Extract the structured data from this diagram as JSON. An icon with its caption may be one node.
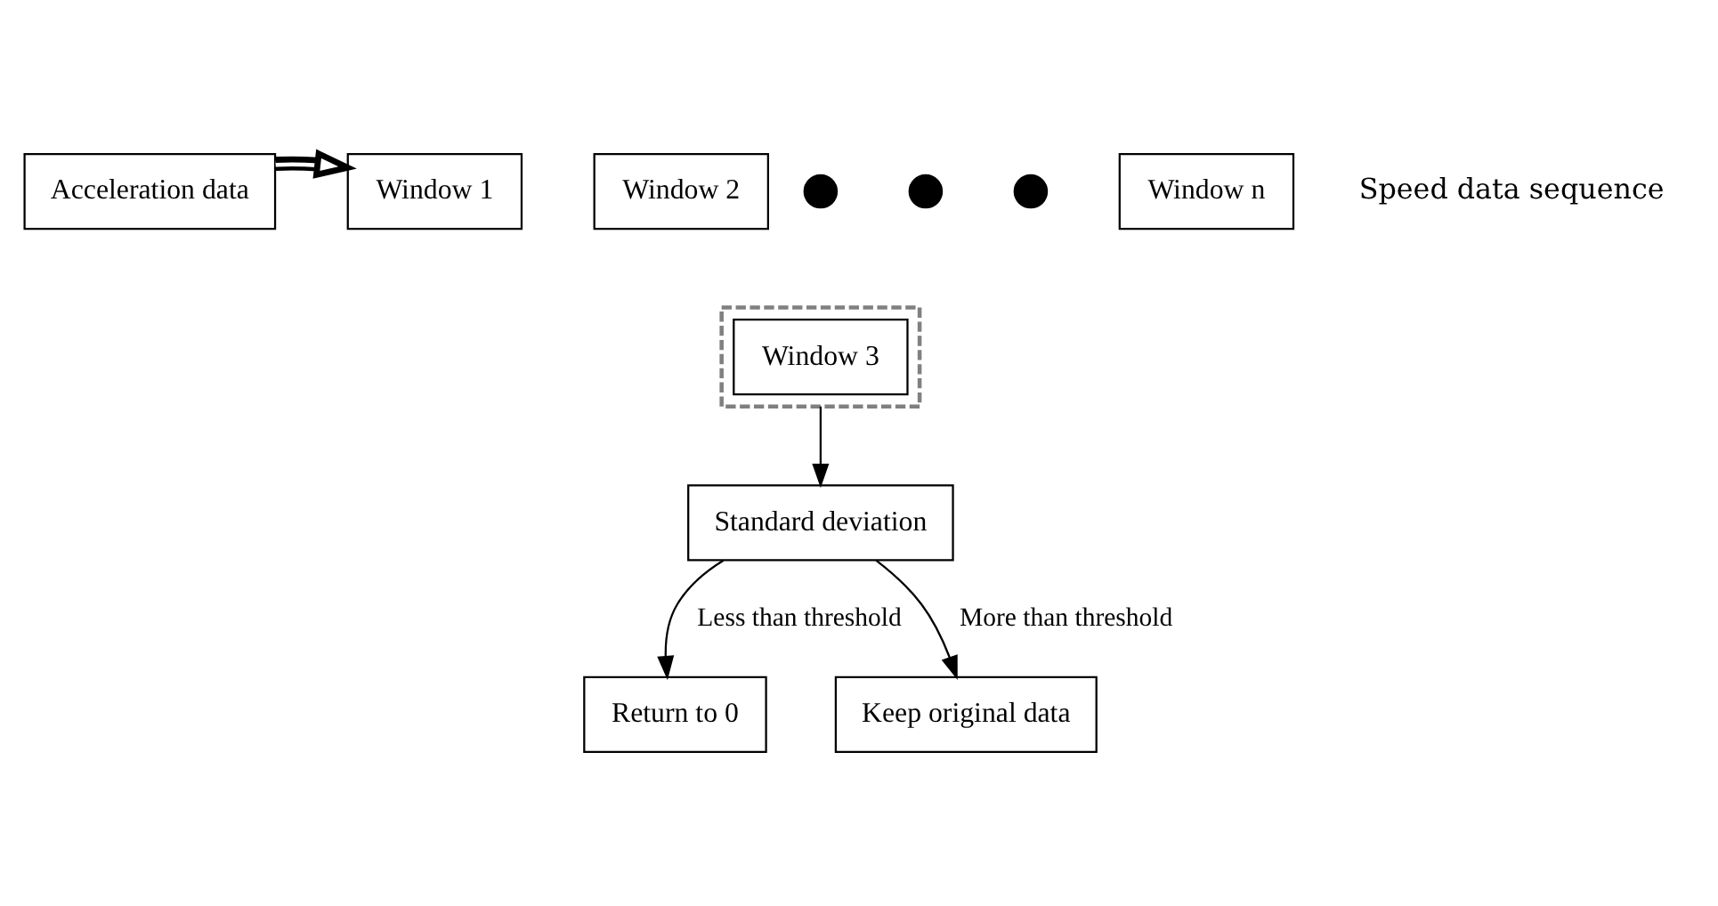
{
  "diagram": {
    "nodes": [
      {
        "text": [
          "Acceleration data"
        ]
      },
      {
        "text": [
          "Window 1"
        ]
      },
      {
        "text": [
          "Window 2"
        ]
      },
      {
        "text": [],
        "shape": "box"
      },
      {
        "text": [
          "Window 3"
        ],
        "in": 3
      },
      {
        "text": [],
        "shape": "circle"
      },
      {
        "text": [],
        "shape": "circle"
      },
      {
        "text": [],
        "shape": "circle"
      },
      {
        "text": [
          "Window n"
        ]
      },
      {
        "text": [
          "Standard deviation"
        ]
      },
      {
        "text": [
          "Return to 0"
        ]
      },
      {
        "text": [
          "Keep original data"
        ]
      }
    ],
    "edges": [
      {
        "from": 0,
        "to": 1,
        "arrow": "to",
        "style": "thick"
      },
      {
        "from": 3,
        "to": 9,
        "arrow": "to"
      },
      {
        "from": 9,
        "to": 10,
        "arrow": "to",
        "label": "Less than threshold"
      },
      {
        "from": 9,
        "to": 11,
        "arrow": "to",
        "label": "More than threshold"
      }
    ],
    "labels": [
      "Speed data sequence"
    ]
  }
}
